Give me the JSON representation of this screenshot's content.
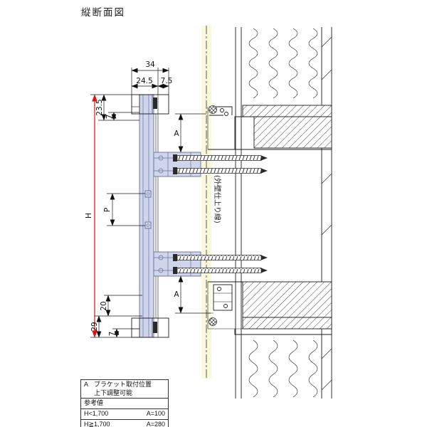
{
  "title": "縦断面図",
  "colors": {
    "dimension_red": "#dd1111",
    "bracket_fill": "#cfd6eb",
    "bracket_stroke": "#66719c",
    "finish_band": "#fbf8dc"
  },
  "drawing": {
    "finish_line_label": "(外壁仕上り線)",
    "dims": {
      "overall_width": "34",
      "width_left": "24.5",
      "width_right": "7.5",
      "top_offset": "23.5",
      "top_small": "7",
      "height": "H",
      "pitch": "P",
      "bracket_upper": "A",
      "bracket_lower": "A",
      "bottom_20": "20",
      "bottom_29": "29",
      "bottom_small": "7"
    }
  },
  "table": {
    "note_label": "A",
    "note_text": "ブラケット取付位置",
    "note_text2": "上下調整可能",
    "ref_header": "参考値",
    "rows": [
      {
        "condition": "H<1,700",
        "value": "A=100"
      },
      {
        "condition": "H≧1,700",
        "value": "A=280"
      }
    ]
  }
}
